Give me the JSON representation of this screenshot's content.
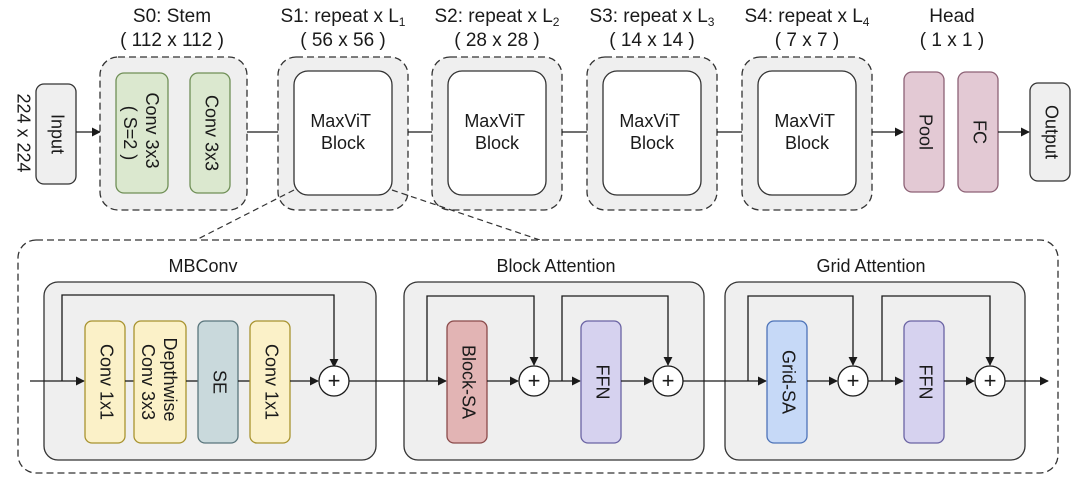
{
  "input": {
    "label": "Input",
    "resolution": "224 x 224"
  },
  "stages": {
    "s0": {
      "title": "S0: Stem",
      "size": "( 112 x 112 )"
    },
    "s1": {
      "title_main": "S1: repeat x L",
      "title_sub": "1",
      "size": "( 56 x 56 )"
    },
    "s2": {
      "title_main": "S2: repeat x L",
      "title_sub": "2",
      "size": "( 28 x 28 )"
    },
    "s3": {
      "title_main": "S3: repeat x L",
      "title_sub": "3",
      "size": "( 14 x 14 )"
    },
    "s4": {
      "title_main": "S4: repeat x L",
      "title_sub": "4",
      "size": "( 7 x 7 )"
    },
    "head": {
      "title": "Head",
      "size": "( 1 x 1 )"
    }
  },
  "stem": {
    "conv1_line1": "Conv 3x3",
    "conv1_line2": "( S=2 )",
    "conv2": "Conv 3x3"
  },
  "block": {
    "line1": "MaxViT",
    "line2": "Block"
  },
  "head": {
    "pool": "Pool",
    "fc": "FC"
  },
  "output": {
    "label": "Output"
  },
  "detail": {
    "mbconv": {
      "title": "MBConv",
      "conv1": "Conv 1x1",
      "dw_line1": "Depthwise",
      "dw_line2": "Conv 3x3",
      "se": "SE",
      "conv2": "Conv 1x1"
    },
    "block_attention": {
      "title": "Block Attention",
      "sa": "Block-SA",
      "ffn": "FFN"
    },
    "grid_attention": {
      "title": "Grid Attention",
      "sa": "Grid-SA",
      "ffn": "FFN"
    },
    "plus": "+"
  },
  "colors": {
    "stem_fill": "#dbe8cf",
    "stem_stroke": "#6f8f56",
    "head_fill": "#e3c9d4",
    "head_stroke": "#8d6276",
    "container_fill": "#efefef",
    "box_stroke": "#333333",
    "yellow_fill": "#fbf1c8",
    "yellow_stroke": "#a8932f",
    "teal_fill": "#c9d9dc",
    "teal_stroke": "#59757c",
    "red_fill": "#e2b4b4",
    "red_stroke": "#8a4a4a",
    "purple_fill": "#d6d2ef",
    "purple_stroke": "#6a63a3",
    "blue_fill": "#c6d9f7",
    "blue_stroke": "#4d73b8"
  }
}
